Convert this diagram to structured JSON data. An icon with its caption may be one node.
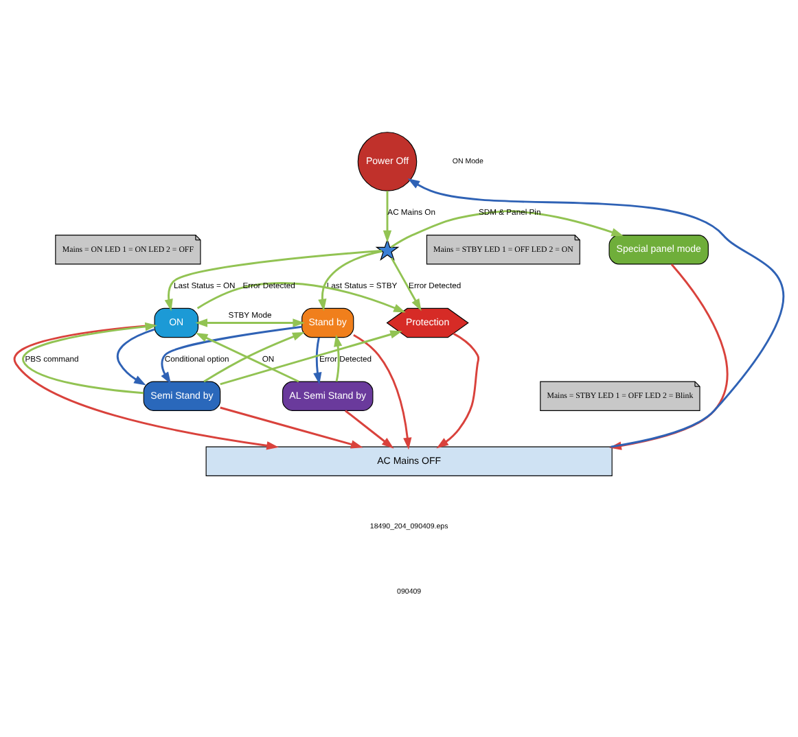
{
  "diagram": {
    "nodes": [
      {
        "text": [
          "Power Off"
        ]
      },
      {
        "text": [],
        "shape": "star"
      },
      {
        "text": [
          "Special panel mode"
        ]
      },
      {
        "text": [
          "Protection"
        ]
      },
      {
        "text": [
          "ON"
        ]
      },
      {
        "text": [
          "Stand by"
        ]
      },
      {
        "text": [
          "AL Semi Stand by"
        ]
      },
      {
        "text": [
          "Semi Stand by"
        ]
      },
      {
        "text": [
          "AC Mains OFF"
        ]
      },
      {
        "text": [
          "Mains = ON LED 1 = ON LED 2 = OFF"
        ]
      },
      {
        "text": [
          "Mains = STBY LED 1 = OFF LED 2 = ON"
        ]
      },
      {
        "text": [
          "Mains = STBY LED 1 = OFF LED 2 = Blink"
        ]
      }
    ],
    "edges": [
      {
        "from": 0,
        "to": 1,
        "arrow": "to",
        "label": "AC Mains On"
      },
      {
        "from": 1,
        "to": 2,
        "arrow": "to",
        "label": "SDM & Panel Pin"
      },
      {
        "from": 1,
        "to": 5,
        "arrow": "to",
        "label": "Last Status = STBY"
      },
      {
        "from": 1,
        "to": 3,
        "arrow": "to",
        "label": "Error Detected"
      },
      {
        "from": 1,
        "to": 4,
        "arrow": "to",
        "label": "Last Status = ON"
      },
      {
        "from": 4,
        "to": 3,
        "arrow": "to",
        "label": "Error Detected"
      },
      {
        "from": 4,
        "to": 5,
        "arrow": "both",
        "label": "STBY Mode"
      },
      {
        "from": 7,
        "to": 3,
        "arrow": "to",
        "label": "Error Detected"
      },
      {
        "from": 7,
        "to": 4,
        "arrow": "to",
        "label": "PBS command"
      },
      {
        "from": 4,
        "to": 7,
        "arrow": "to",
        "color": "#2f62b5"
      },
      {
        "from": 6,
        "to": 4,
        "arrow": "to",
        "label": "ON"
      },
      {
        "from": 6,
        "to": 5,
        "arrow": "to"
      },
      {
        "from": 5,
        "to": 6,
        "arrow": "to",
        "color": "#2f62b5"
      },
      {
        "from": 7,
        "to": 5,
        "arrow": "to"
      },
      {
        "from": 5,
        "to": 7,
        "arrow": "to",
        "color": "#2f62b5",
        "label": "Conditional option"
      },
      {
        "from": 2,
        "to": 8,
        "arrow": "to",
        "color": "#d9423c"
      },
      {
        "from": 3,
        "to": 8,
        "arrow": "to",
        "color": "#d9423c"
      },
      {
        "from": 7,
        "to": 8,
        "arrow": "to",
        "color": "#d9423c"
      },
      {
        "from": 4,
        "to": 8,
        "arrow": "to",
        "color": "#d9423c"
      },
      {
        "from": 6,
        "to": 8,
        "arrow": "to",
        "color": "#d9423c"
      },
      {
        "from": 5,
        "to": 8,
        "arrow": "to",
        "color": "#d9423c"
      },
      {
        "from": 8,
        "to": 0,
        "arrow": "to",
        "color": "#2f62b5"
      }
    ],
    "labels": [
      "ON Mode",
      "18490_204_090409.eps",
      "090409"
    ]
  }
}
